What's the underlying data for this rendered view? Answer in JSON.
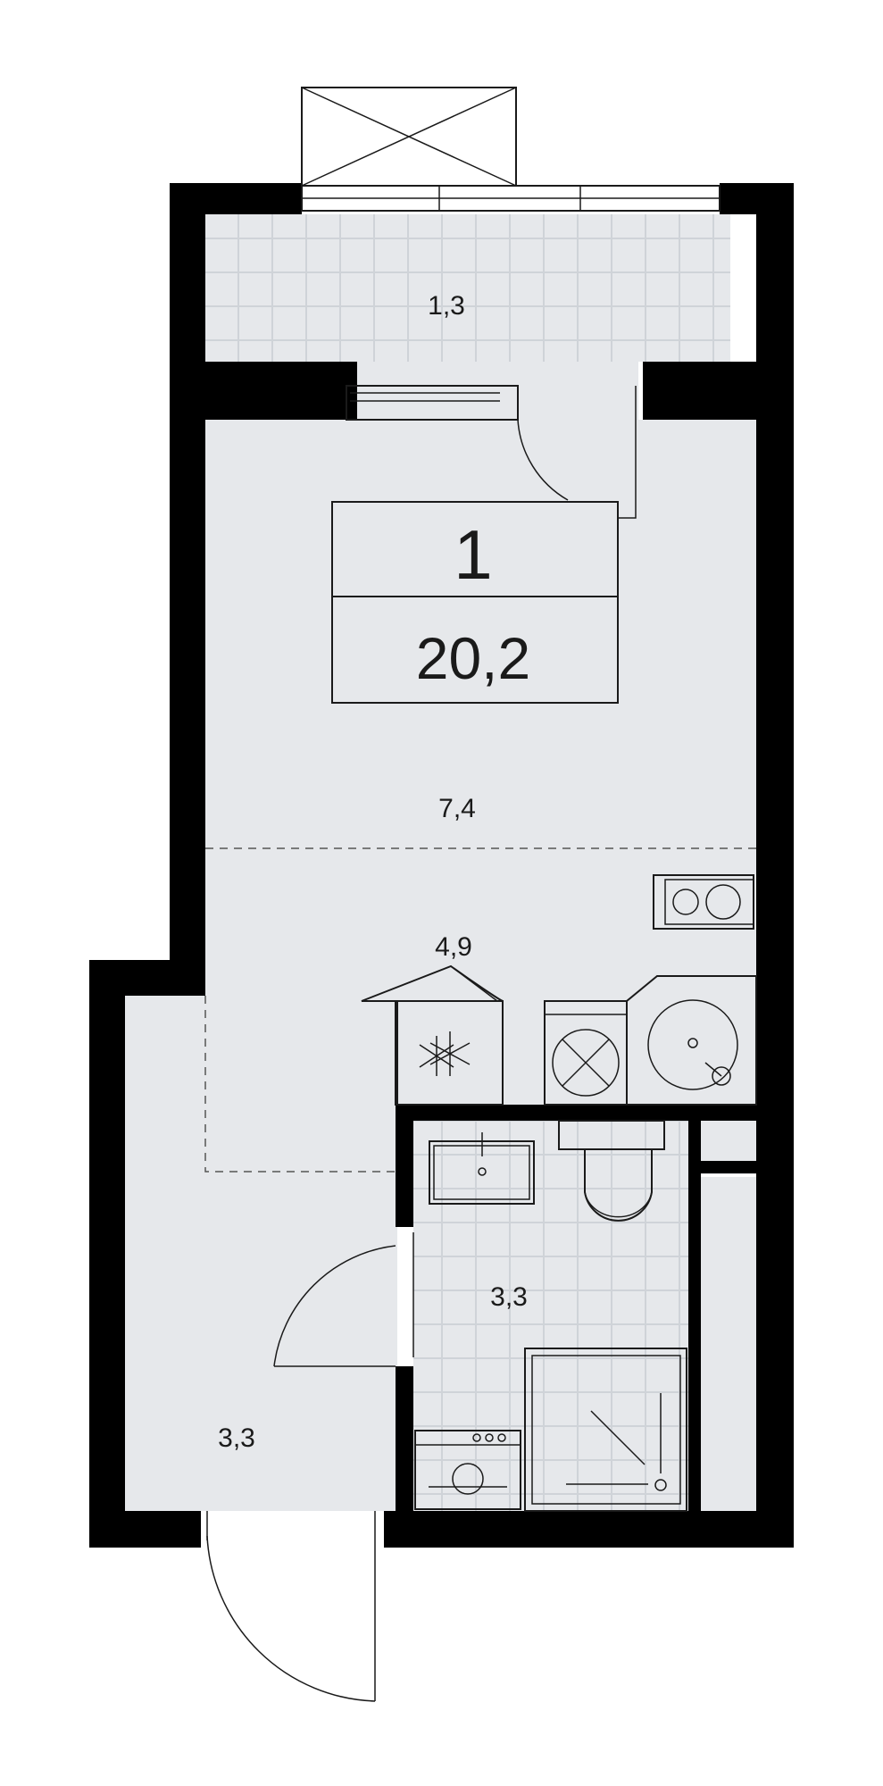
{
  "plan": {
    "room": {
      "number": "1",
      "total_area": "20,2"
    },
    "areas": {
      "balcony": "1,3",
      "living": "7,4",
      "kitchen": "4,9",
      "bathroom": "3,3",
      "hallway": "3,3"
    },
    "colors": {
      "wall": "#000000",
      "floor": "#e6e8eb",
      "tile_line": "#cfd3d8",
      "line": "#1a1a1a"
    }
  }
}
